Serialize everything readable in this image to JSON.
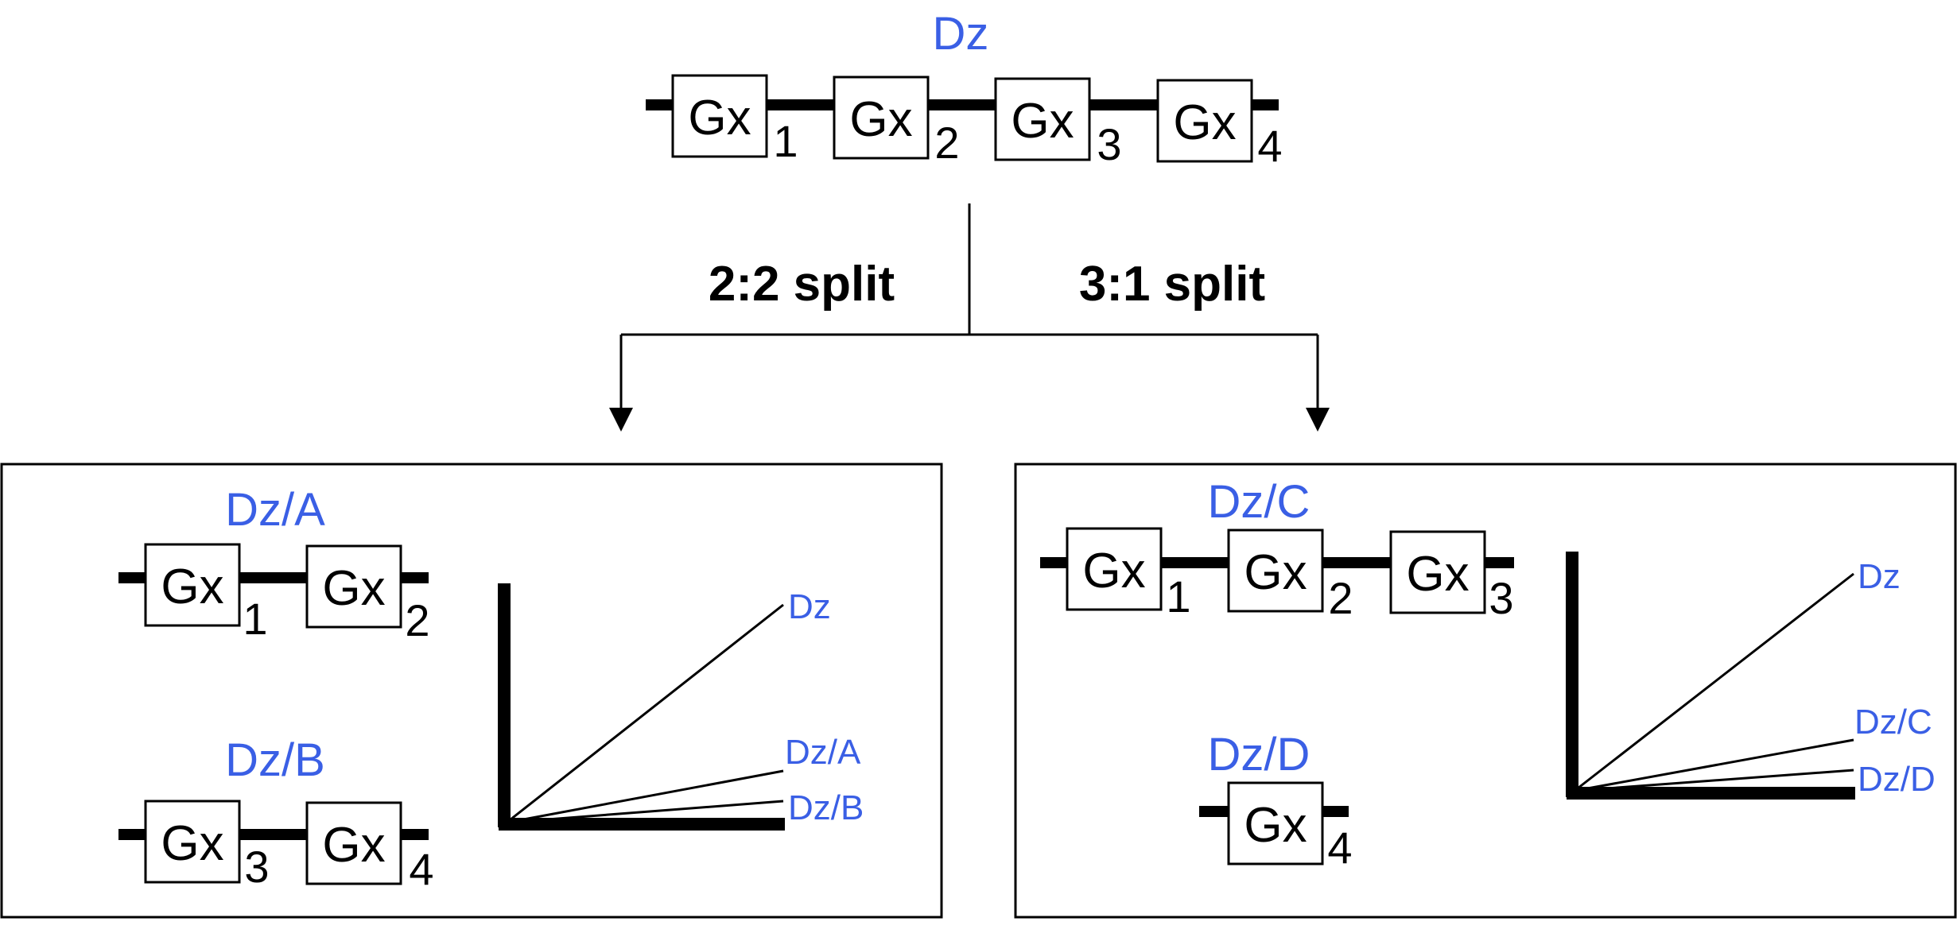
{
  "top": {
    "title": "Dz",
    "genes": [
      {
        "label": "Gx",
        "index": "1"
      },
      {
        "label": "Gx",
        "index": "2"
      },
      {
        "label": "Gx",
        "index": "3"
      },
      {
        "label": "Gx",
        "index": "4"
      }
    ]
  },
  "splits": {
    "left_label": "2:2 split",
    "right_label": "3:1 split"
  },
  "left_panel": {
    "group_a": {
      "title": "Dz/A",
      "genes": [
        {
          "label": "Gx",
          "index": "1"
        },
        {
          "label": "Gx",
          "index": "2"
        }
      ]
    },
    "group_b": {
      "title": "Dz/B",
      "genes": [
        {
          "label": "Gx",
          "index": "3"
        },
        {
          "label": "Gx",
          "index": "4"
        }
      ]
    },
    "plot_lines": [
      "Dz",
      "Dz/A",
      "Dz/B"
    ]
  },
  "right_panel": {
    "group_c": {
      "title": "Dz/C",
      "genes": [
        {
          "label": "Gx",
          "index": "1"
        },
        {
          "label": "Gx",
          "index": "2"
        },
        {
          "label": "Gx",
          "index": "3"
        }
      ]
    },
    "group_d": {
      "title": "Dz/D",
      "genes": [
        {
          "label": "Gx",
          "index": "4"
        }
      ]
    },
    "plot_lines": [
      "Dz",
      "Dz/C",
      "Dz/D"
    ]
  },
  "colors": {
    "accent_blue": "#3a5fe5",
    "line_black": "#000000"
  }
}
